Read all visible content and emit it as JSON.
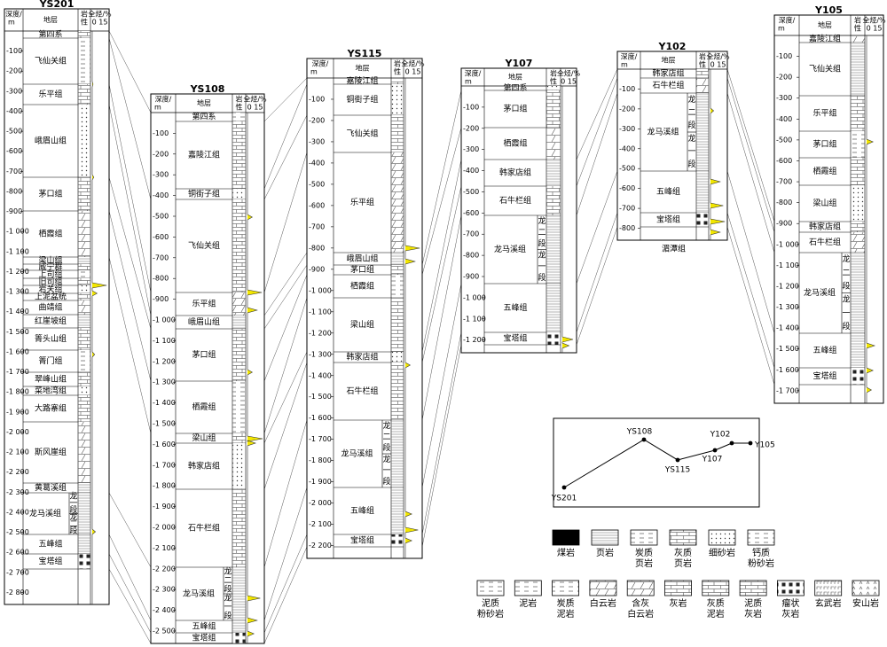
{
  "header_labels": {
    "depth": [
      "深度/",
      "m"
    ],
    "strata": "地层",
    "lith": [
      "岩",
      "性"
    ],
    "toc": [
      "全烃/%",
      "0  15"
    ]
  },
  "wells": [
    {
      "name": "YS201",
      "depth_ticks": [
        "100",
        "200",
        "300",
        "400",
        "500",
        "600",
        "700",
        "800",
        "900",
        "1 000",
        "1 100",
        "1 200",
        "1 300",
        "1 400",
        "1 500",
        "1 600",
        "1 700",
        "1 800",
        "1 900",
        "2 000",
        "2 100",
        "2 200",
        "2 300",
        "2 400",
        "2 500",
        "2 600",
        "2 700",
        "2 800"
      ],
      "formations": [
        "第四系",
        "飞仙关组",
        "乐平组",
        "峨眉山组",
        "茅口组",
        "栖霞组",
        "梁山组",
        "威宁群",
        "上司组",
        "旧司组",
        "岩关组",
        "上泥盆统",
        "曲靖组",
        "红崖坡组",
        "箐头山组",
        "箐门组",
        "翠峰山组",
        "菜地湾组",
        "大路寨组",
        "斯风崖组",
        "黄葛溪组",
        "龙马溪组",
        "五峰组",
        "宝塔组"
      ],
      "sub_labels": [
        "龙",
        "一",
        "段",
        "龙",
        "二",
        "段"
      ]
    },
    {
      "name": "YS108",
      "depth_ticks": [
        "100",
        "200",
        "300",
        "400",
        "500",
        "600",
        "700",
        "800",
        "900",
        "1 000",
        "1 100",
        "1 200",
        "1 300",
        "1 400",
        "1 500",
        "1 600",
        "1 700",
        "1 800",
        "1 900",
        "2 000",
        "2 100",
        "2 200",
        "2 300",
        "2 400",
        "2 500"
      ],
      "formations": [
        "第四系",
        "嘉陵江组",
        "铜街子组",
        "飞仙关组",
        "乐平组",
        "峨眉山组",
        "茅口组",
        "栖霞组",
        "梁山组",
        "韩家店组",
        "石牛栏组",
        "龙马溪组",
        "五峰组",
        "宝塔组"
      ],
      "sub_labels": [
        "龙",
        "二",
        "段",
        "龙",
        "一",
        "段"
      ]
    },
    {
      "name": "YS115",
      "depth_ticks": [
        "100",
        "200",
        "300",
        "400",
        "500",
        "600",
        "700",
        "800",
        "900",
        "1 000",
        "1 100",
        "1 200",
        "1 300",
        "1 400",
        "1 500",
        "1 600",
        "1 700",
        "1 800",
        "1 900",
        "2 000",
        "2 100",
        "2 200"
      ],
      "formations": [
        "嘉陵江组",
        "铜街子组",
        "飞仙关组",
        "乐平组",
        "峨眉山组",
        "茅口组",
        "栖霞组",
        "梁山组",
        "韩家店组",
        "石牛栏组",
        "龙马溪组",
        "五峰组",
        "宝塔组"
      ],
      "sub_labels": [
        "龙",
        "二",
        "段",
        "龙",
        "一",
        "段"
      ]
    },
    {
      "name": "Y107",
      "depth_ticks": [
        "100",
        "200",
        "300",
        "400",
        "500",
        "600",
        "700",
        "800",
        "900",
        "1 000",
        "1 100",
        "1 200"
      ],
      "formations": [
        "第四系",
        "茅口组",
        "栖霞组",
        "韩家店组",
        "石牛栏组",
        "龙马溪组",
        "五峰组",
        "宝塔组"
      ],
      "sub_labels": [
        "龙",
        "二",
        "段",
        "龙",
        "一",
        "段"
      ]
    },
    {
      "name": "Y102",
      "depth_ticks": [
        "100",
        "200",
        "300",
        "400",
        "500",
        "600",
        "700",
        "800"
      ],
      "formations": [
        "韩家店组",
        "石牛栏组",
        "龙马溪组",
        "五峰组",
        "宝塔组"
      ],
      "sub_labels": [
        "龙",
        "二",
        "段",
        "龙",
        "一",
        "段"
      ],
      "below_label": "湄潭组"
    },
    {
      "name": "Y105",
      "depth_ticks": [
        "100",
        "200",
        "300",
        "400",
        "500",
        "600",
        "700",
        "800",
        "900",
        "1 000",
        "1 100",
        "1 200",
        "1 300",
        "1 400",
        "1 500",
        "1 600",
        "1 700"
      ],
      "formations": [
        "嘉陵江组",
        "飞仙关组",
        "乐平组",
        "茅口组",
        "栖霞组",
        "梁山组",
        "韩家店组",
        "石牛栏组",
        "龙马溪组",
        "五峰组",
        "宝塔组"
      ],
      "sub_labels": [
        "龙",
        "二",
        "段",
        "龙",
        "一",
        "段"
      ]
    }
  ],
  "location_map": {
    "stations": [
      "YS201",
      "YS108",
      "YS115",
      "Y107",
      "Y102",
      "Y105"
    ]
  },
  "legend": {
    "row1": [
      {
        "lines": [
          "煤岩"
        ],
        "pattern": "coal"
      },
      {
        "lines": [
          "页岩"
        ],
        "pattern": "shale"
      },
      {
        "lines": [
          "炭质",
          "页岩"
        ],
        "pattern": "carb_shale"
      },
      {
        "lines": [
          "灰质",
          "页岩"
        ],
        "pattern": "lime_shale"
      },
      {
        "lines": [
          "细砂岩"
        ],
        "pattern": "fine_sand"
      },
      {
        "lines": [
          "钙质",
          "粉砂岩"
        ],
        "pattern": "calc_silt"
      }
    ],
    "row2": [
      {
        "lines": [
          "泥质",
          "粉砂岩"
        ],
        "pattern": "mud_silt"
      },
      {
        "lines": [
          "泥岩"
        ],
        "pattern": "mudstone"
      },
      {
        "lines": [
          "炭质",
          "泥岩"
        ],
        "pattern": "carb_mud"
      },
      {
        "lines": [
          "白云岩"
        ],
        "pattern": "dolomite"
      },
      {
        "lines": [
          "含灰",
          "白云岩"
        ],
        "pattern": "lime_dolo"
      },
      {
        "lines": [
          "灰岩"
        ],
        "pattern": "limestone"
      },
      {
        "lines": [
          "灰质",
          "泥岩"
        ],
        "pattern": "lime_mud"
      },
      {
        "lines": [
          "泥质",
          "灰岩"
        ],
        "pattern": "mud_lime"
      },
      {
        "lines": [
          "瘤状",
          "灰岩"
        ],
        "pattern": "nodular"
      },
      {
        "lines": [
          "玄武岩"
        ],
        "pattern": "basalt"
      },
      {
        "lines": [
          "安山岩"
        ],
        "pattern": "andesite"
      }
    ]
  }
}
